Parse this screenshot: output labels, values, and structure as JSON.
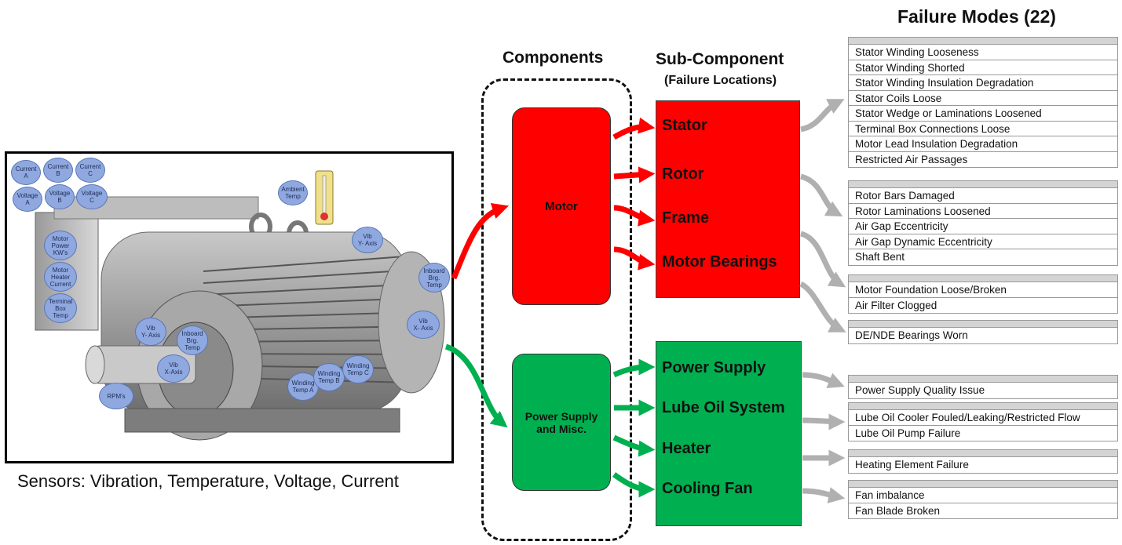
{
  "headings": {
    "failure_modes": "Failure Modes (22)",
    "components": "Components",
    "sub_component": "Sub-Component",
    "sub_component_sub": "(Failure Locations)"
  },
  "caption": "Sensors: Vibration, Temperature, Voltage, Current",
  "sensors": [
    "Current\nA",
    "Current\nB",
    "Current\nC",
    "Voltage\nA",
    "Voltage\nB",
    "Voltage\nC",
    "Ambient\nTemp",
    "Motor\nPower\nKW's",
    "Motor\nHeater\nCurrent",
    "Terminal\nBox\nTemp",
    "Vib\nY- Axis",
    "Inboard\nBrg.\nTemp",
    "Vib\nX- Axis",
    "Vib\nY- Axis",
    "Inboard\nBrg.\nTemp",
    "Vib\nX-Axis",
    "RPM's",
    "Winding\nTemp A",
    "Winding\nTemp B",
    "Winding\nTemp C"
  ],
  "components": [
    {
      "label": "Motor",
      "color": "#ff0000"
    },
    {
      "label": "Power Supply\nand  Misc.",
      "color": "#00b050"
    }
  ],
  "sub_components": {
    "motor": [
      "Stator",
      "Rotor",
      "Frame",
      "Motor Bearings"
    ],
    "power": [
      "Power Supply",
      "Lube Oil System",
      "Heater",
      "Cooling Fan"
    ]
  },
  "failure_modes": [
    [
      "Stator Winding Looseness",
      "Stator Winding Shorted",
      "Stator Winding Insulation Degradation",
      "Stator Coils Loose",
      "Stator Wedge or Laminations Loosened",
      "Terminal Box Connections Loose",
      "Motor Lead Insulation Degradation",
      "Restricted Air Passages"
    ],
    [
      "Rotor Bars Damaged",
      "Rotor Laminations Loosened",
      "Air Gap Eccentricity",
      "Air Gap Dynamic Eccentricity",
      "Shaft Bent"
    ],
    [
      "Motor Foundation Loose/Broken",
      "Air Filter Clogged"
    ],
    [
      "DE/NDE Bearings Worn"
    ],
    [
      "Power Supply Quality Issue"
    ],
    [
      "Lube Oil Cooler Fouled/Leaking/Restricted Flow",
      "Lube Oil Pump Failure"
    ],
    [
      "Heating Element Failure"
    ],
    [
      "Fan imbalance",
      "Fan Blade Broken"
    ]
  ],
  "colors": {
    "motor": "#ff0000",
    "power": "#00b050",
    "sensor": "#8fa9e0",
    "connector": "#b0b0b0"
  }
}
